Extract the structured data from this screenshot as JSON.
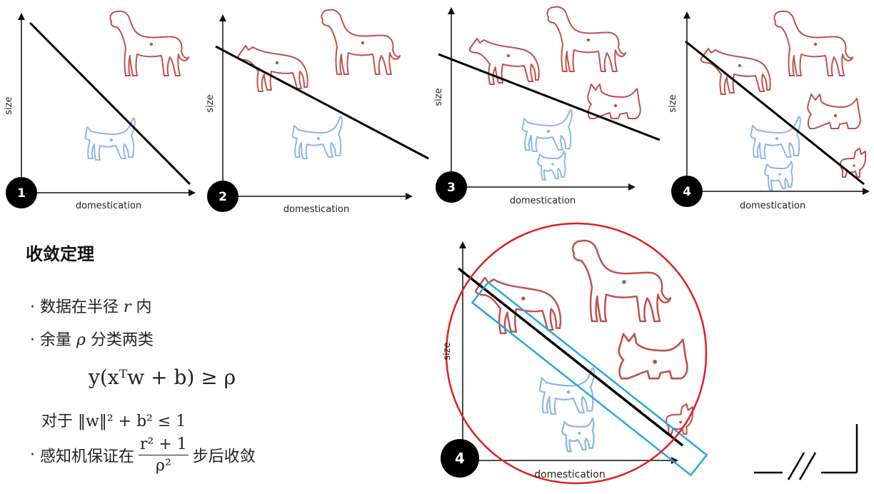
{
  "panels": [
    {
      "badge": "1",
      "xlabel": "domestication",
      "ylabel": "size"
    },
    {
      "badge": "2",
      "xlabel": "domestication",
      "ylabel": "size"
    },
    {
      "badge": "3",
      "xlabel": "domestication",
      "ylabel": "size"
    },
    {
      "badge": "4",
      "xlabel": "domestication",
      "ylabel": "size"
    },
    {
      "badge": "4",
      "xlabel": "domestication",
      "ylabel": "size"
    }
  ],
  "colors": {
    "dog": "#c0504d",
    "cat": "#8fb7e3",
    "circle": "#e02020",
    "margin_box": "#29a8e0",
    "line": "#000000",
    "badge": "#000000"
  },
  "text": {
    "heading": "收敛定理",
    "bullet1_pre": "数据在半径",
    "bullet1_var": "r",
    "bullet1_post": "内",
    "bullet2_pre": "余量",
    "bullet2_var": "ρ",
    "bullet2_post": "分类两类",
    "formula1": "y(xᵀw + b) ≥ ρ",
    "formula2_pre": "对于",
    "formula2": "‖w‖² + b² ≤ 1",
    "bullet3_pre": "感知机保证在",
    "frac_num": "r² + 1",
    "frac_den": "ρ²",
    "bullet3_post": "步后收敛",
    "bullet_dot": "·"
  },
  "icons": [
    "dog-icon",
    "terrier-icon",
    "cat-icon",
    "kitten-icon",
    "slide-corner-icon"
  ]
}
